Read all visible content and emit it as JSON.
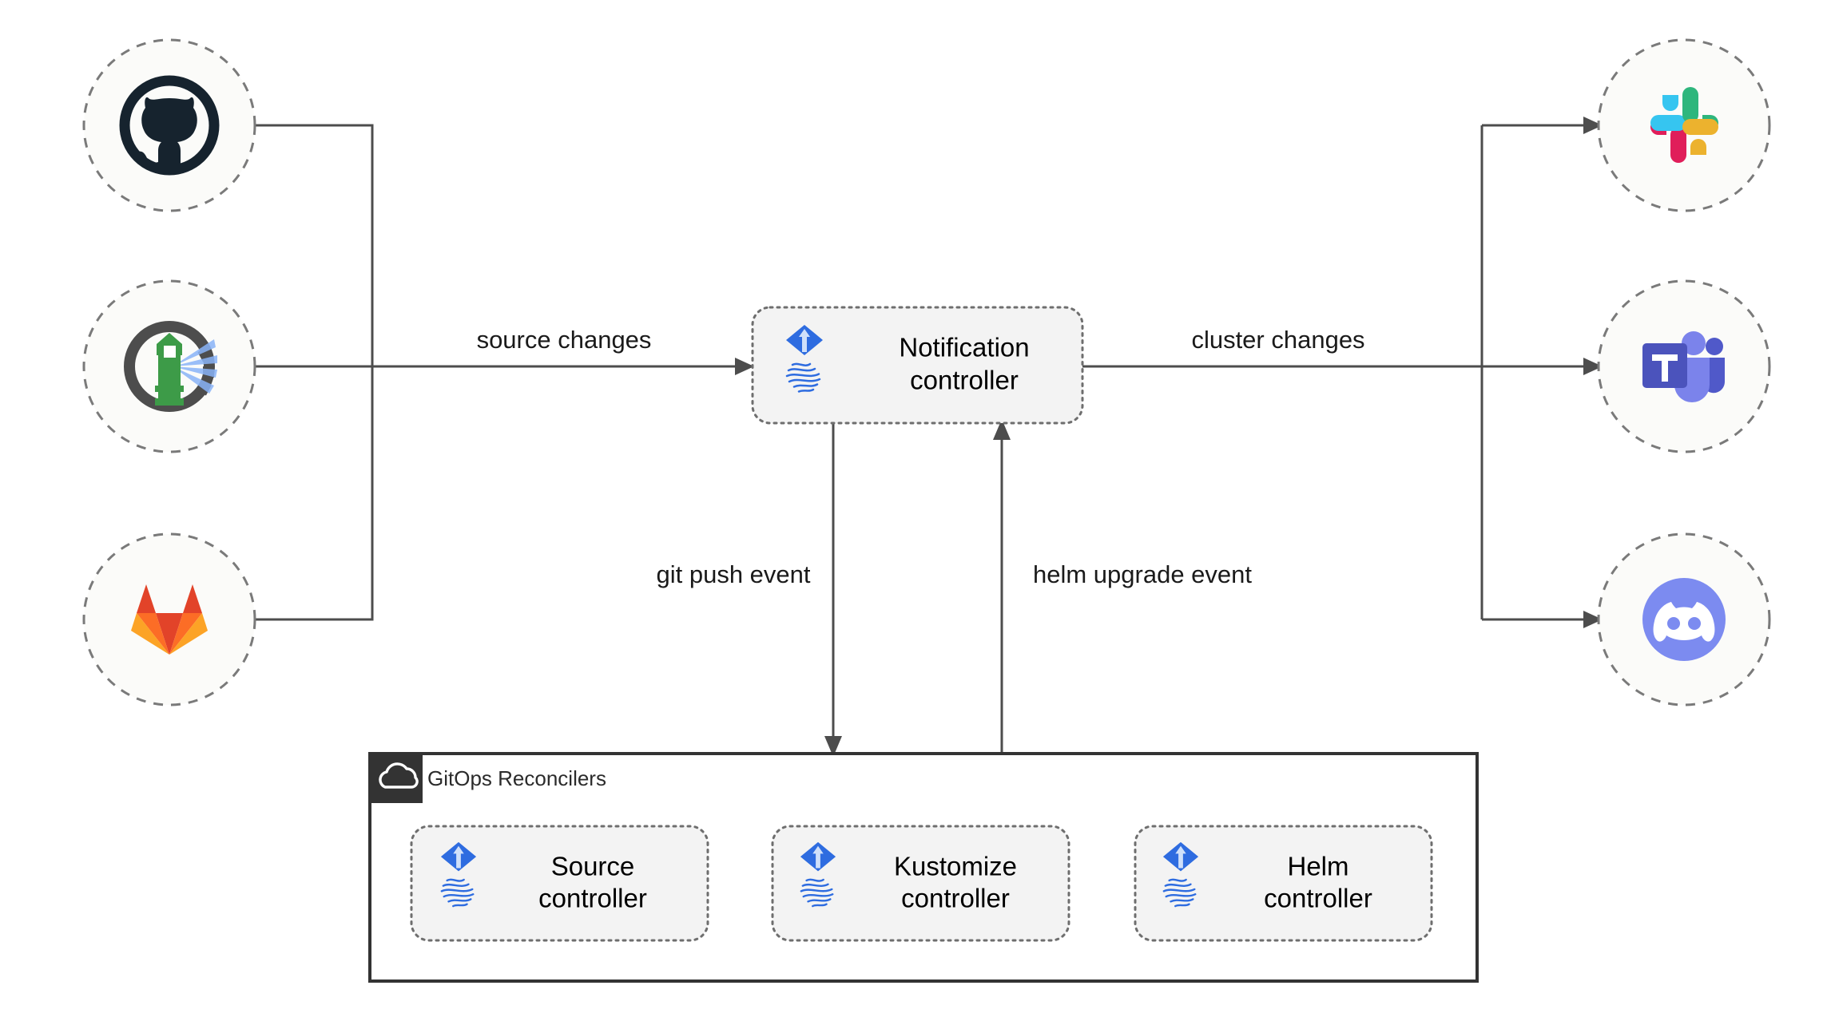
{
  "diagram": {
    "title": "Flux notification architecture",
    "background": "#ffffff",
    "sources": [
      {
        "id": "github",
        "icon_name": "github-icon",
        "label": "GitHub",
        "color": "#1B1F23"
      },
      {
        "id": "flux",
        "icon_name": "flux-lighthouse-icon",
        "label": "Flux lighthouse",
        "color": "#4A4A4A"
      },
      {
        "id": "gitlab",
        "icon_name": "gitlab-icon",
        "label": "GitLab",
        "color": "#E24329"
      }
    ],
    "targets": [
      {
        "id": "slack",
        "icon_name": "slack-icon",
        "label": "Slack",
        "color": "#36C5F0"
      },
      {
        "id": "teams",
        "icon_name": "ms-teams-icon",
        "label": "Microsoft Teams",
        "color": "#5059C9"
      },
      {
        "id": "discord",
        "icon_name": "discord-icon",
        "label": "Discord",
        "color": "#7289DA"
      }
    ],
    "notification_controller": {
      "line1": "Notification",
      "line2": "controller",
      "icon_name": "flux-logo-icon",
      "fill": "#f3f3f3"
    },
    "group": {
      "title": "GitOps Reconcilers",
      "icon_name": "cloud-icon",
      "tab_color": "#333333",
      "border_color": "#333333"
    },
    "reconcilers": [
      {
        "id": "source",
        "line1": "Source",
        "line2": "controller",
        "icon_name": "flux-logo-icon"
      },
      {
        "id": "kustomize",
        "line1": "Kustomize",
        "line2": "controller",
        "icon_name": "flux-logo-icon"
      },
      {
        "id": "helm",
        "line1": "Helm",
        "line2": "controller",
        "icon_name": "flux-logo-icon"
      }
    ],
    "edges": [
      {
        "id": "source-changes",
        "label": "source changes"
      },
      {
        "id": "cluster-changes",
        "label": "cluster changes"
      },
      {
        "id": "git-push-event",
        "label": "git push event"
      },
      {
        "id": "helm-upgrade-event",
        "label": "helm upgrade event"
      }
    ],
    "colors": {
      "edge": "#4d4d4d",
      "node_fill": "#fbfbf9",
      "node_stroke": "#7a7a7a",
      "box_fill": "#f3f3f3",
      "flux_blue": "#326CE5",
      "text": "#1a1a1a"
    }
  }
}
